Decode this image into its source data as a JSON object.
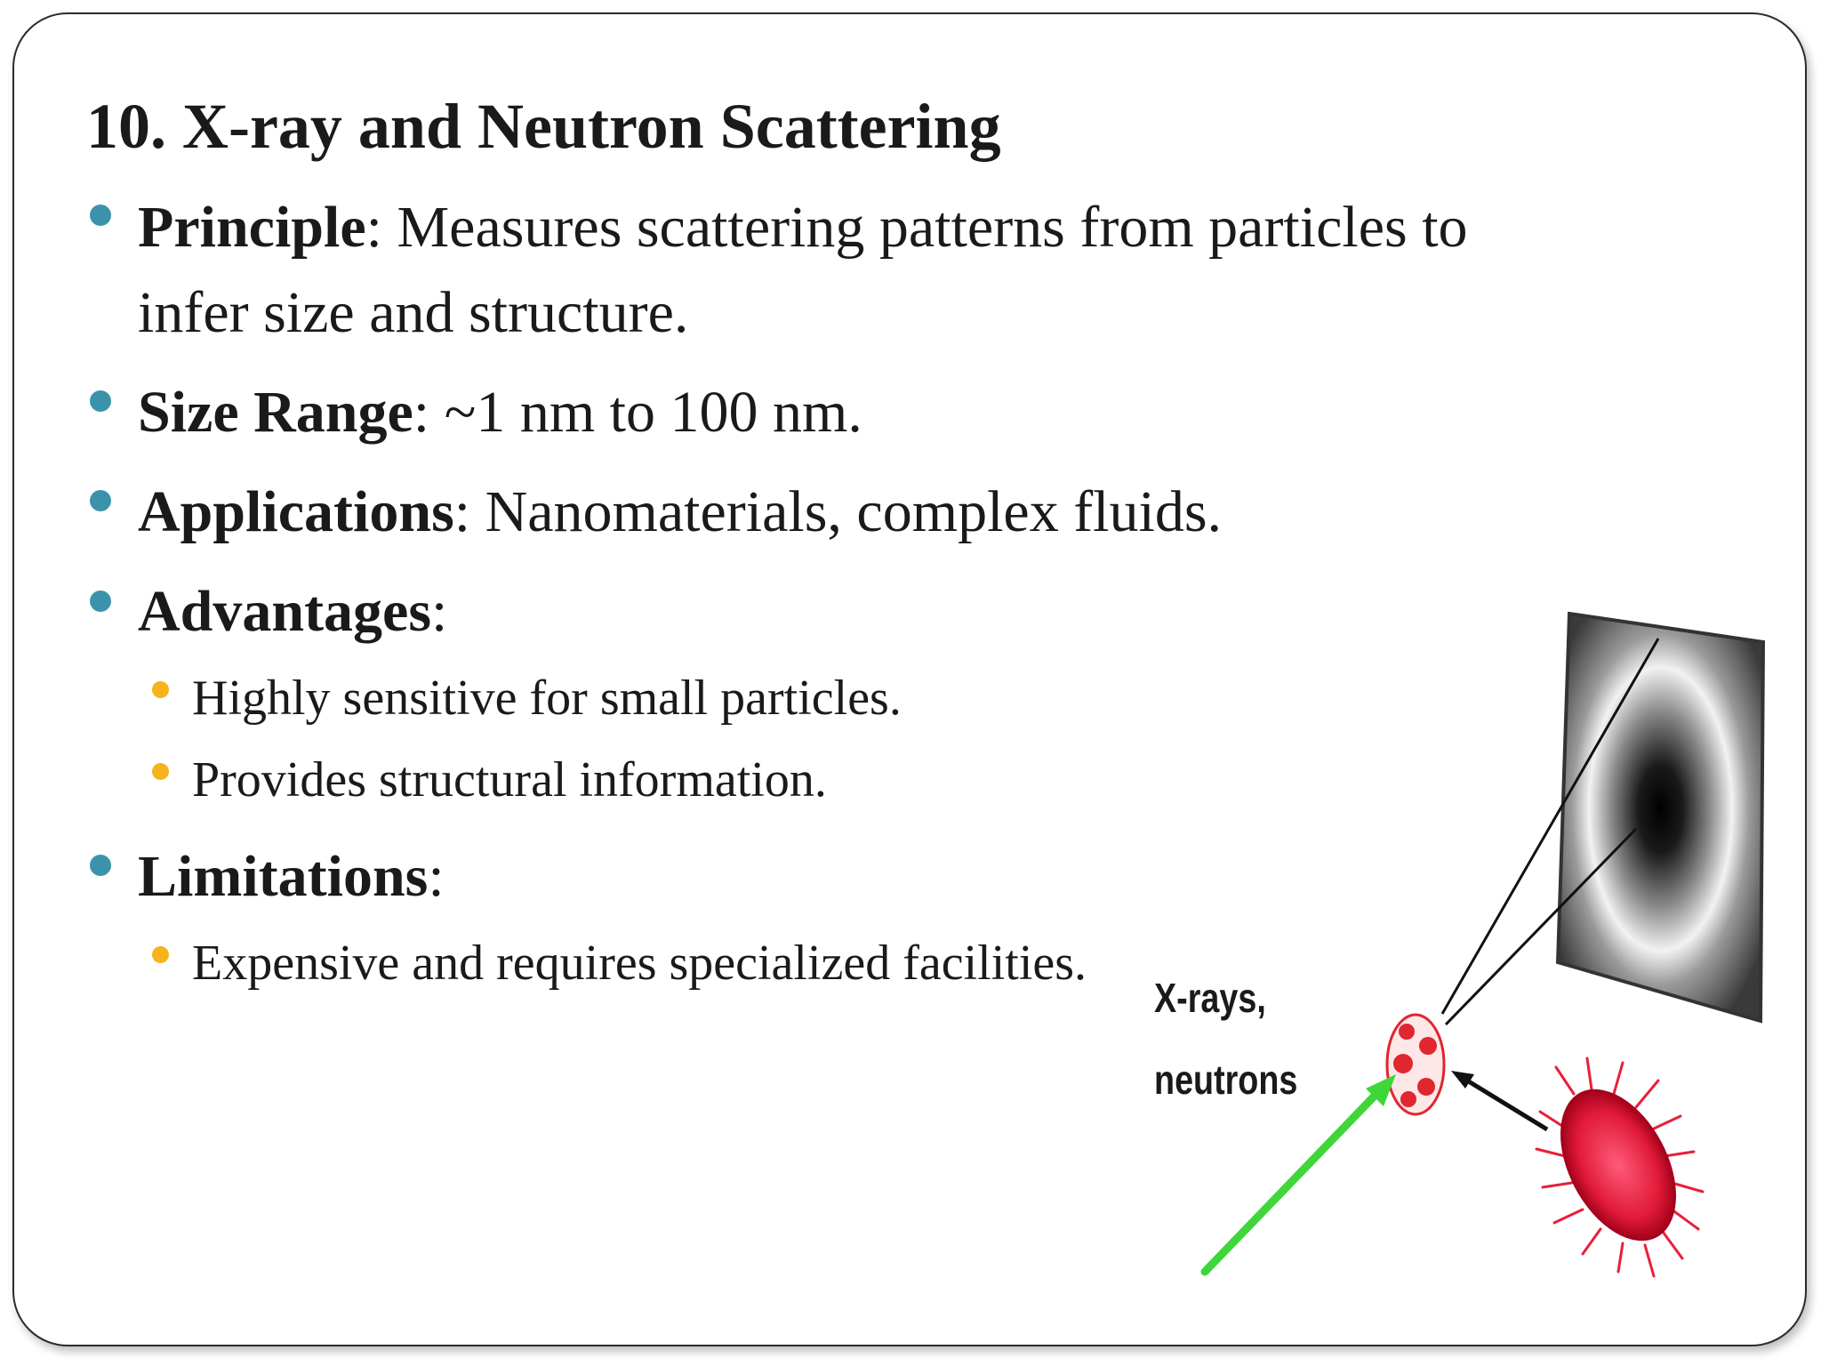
{
  "slide": {
    "title": "10. X-ray and Neutron Scattering",
    "bullets": [
      {
        "term": "Principle",
        "text_line1": ": Measures scattering patterns from particles to",
        "text_line2": "infer size and structure."
      },
      {
        "term": "Size Range",
        "text": ": ~1 nm to 100 nm."
      },
      {
        "term": "Applications",
        "text": ": Nanomaterials, complex fluids."
      },
      {
        "term": "Advantages",
        "text": ":",
        "sub": [
          "Highly sensitive for small particles.",
          "Provides structural information."
        ]
      },
      {
        "term": "Limitations",
        "text": ":",
        "sub": [
          "Expensive and requires specialized facilities."
        ]
      }
    ],
    "figure": {
      "label_line1": "X-rays,",
      "label_line2": "neutrons",
      "icons": [
        "detector-screen-icon",
        "scattering-particle-icon",
        "bacterium-icon",
        "incident-beam-arrow-icon"
      ]
    }
  },
  "colors": {
    "bullet_level1": "#3a93ab",
    "bullet_level2": "#f6b31b",
    "beam_arrow": "#3fd63a",
    "particle": "#e0262e",
    "bacterium": "#e8203a"
  }
}
